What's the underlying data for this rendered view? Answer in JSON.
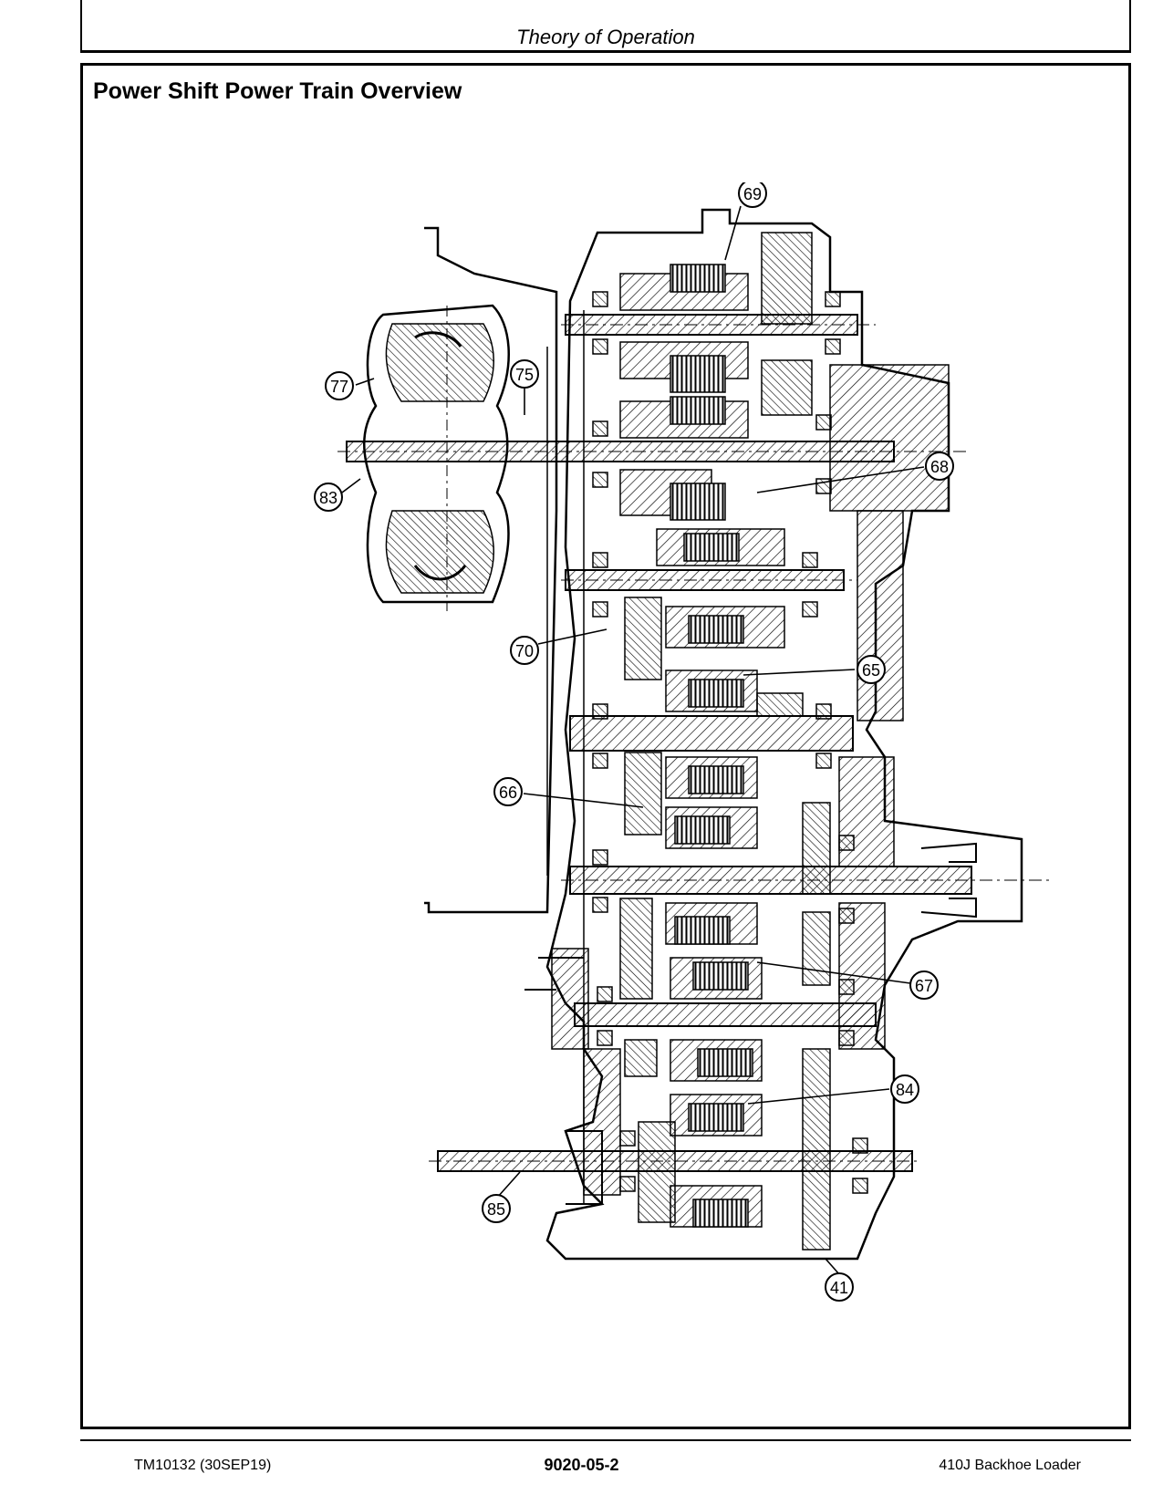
{
  "header": {
    "title": "Theory of Operation"
  },
  "section": {
    "title": "Power Shift Power Train Overview"
  },
  "figure": {
    "callouts": [
      "69",
      "77",
      "75",
      "68",
      "83",
      "70",
      "65",
      "66",
      "67",
      "84",
      "85",
      "41"
    ]
  },
  "footer": {
    "left": "TM10132 (30SEP19)",
    "center": "9020-05-2",
    "right": "410J Backhoe Loader"
  }
}
